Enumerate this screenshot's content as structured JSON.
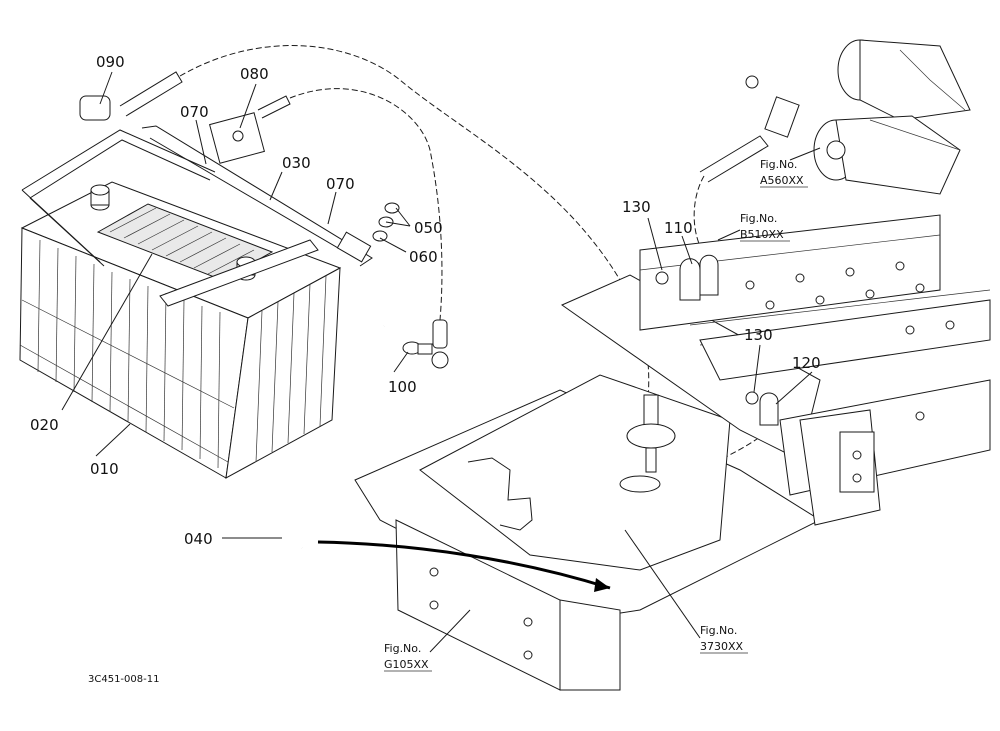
{
  "parts": [
    {
      "id": "090",
      "label": "090"
    },
    {
      "id": "080",
      "label": "080"
    },
    {
      "id": "070a",
      "label": "070"
    },
    {
      "id": "030",
      "label": "030"
    },
    {
      "id": "070b",
      "label": "070"
    },
    {
      "id": "050",
      "label": "050"
    },
    {
      "id": "060",
      "label": "060"
    },
    {
      "id": "020",
      "label": "020"
    },
    {
      "id": "010",
      "label": "010"
    },
    {
      "id": "100",
      "label": "100"
    },
    {
      "id": "040",
      "label": "040"
    },
    {
      "id": "130a",
      "label": "130"
    },
    {
      "id": "110",
      "label": "110"
    },
    {
      "id": "130b",
      "label": "130"
    },
    {
      "id": "120",
      "label": "120"
    }
  ],
  "figure_refs": [
    {
      "id": "a560",
      "caption": "Fig.No.",
      "code": "A560XX"
    },
    {
      "id": "b510",
      "caption": "Fig.No.",
      "code": "B510XX"
    },
    {
      "id": "g105",
      "caption": "Fig.No.",
      "code": "G105XX"
    },
    {
      "id": "3730",
      "caption": "Fig.No.",
      "code": "3730XX"
    }
  ],
  "drawing_code": "3C451-008-11"
}
